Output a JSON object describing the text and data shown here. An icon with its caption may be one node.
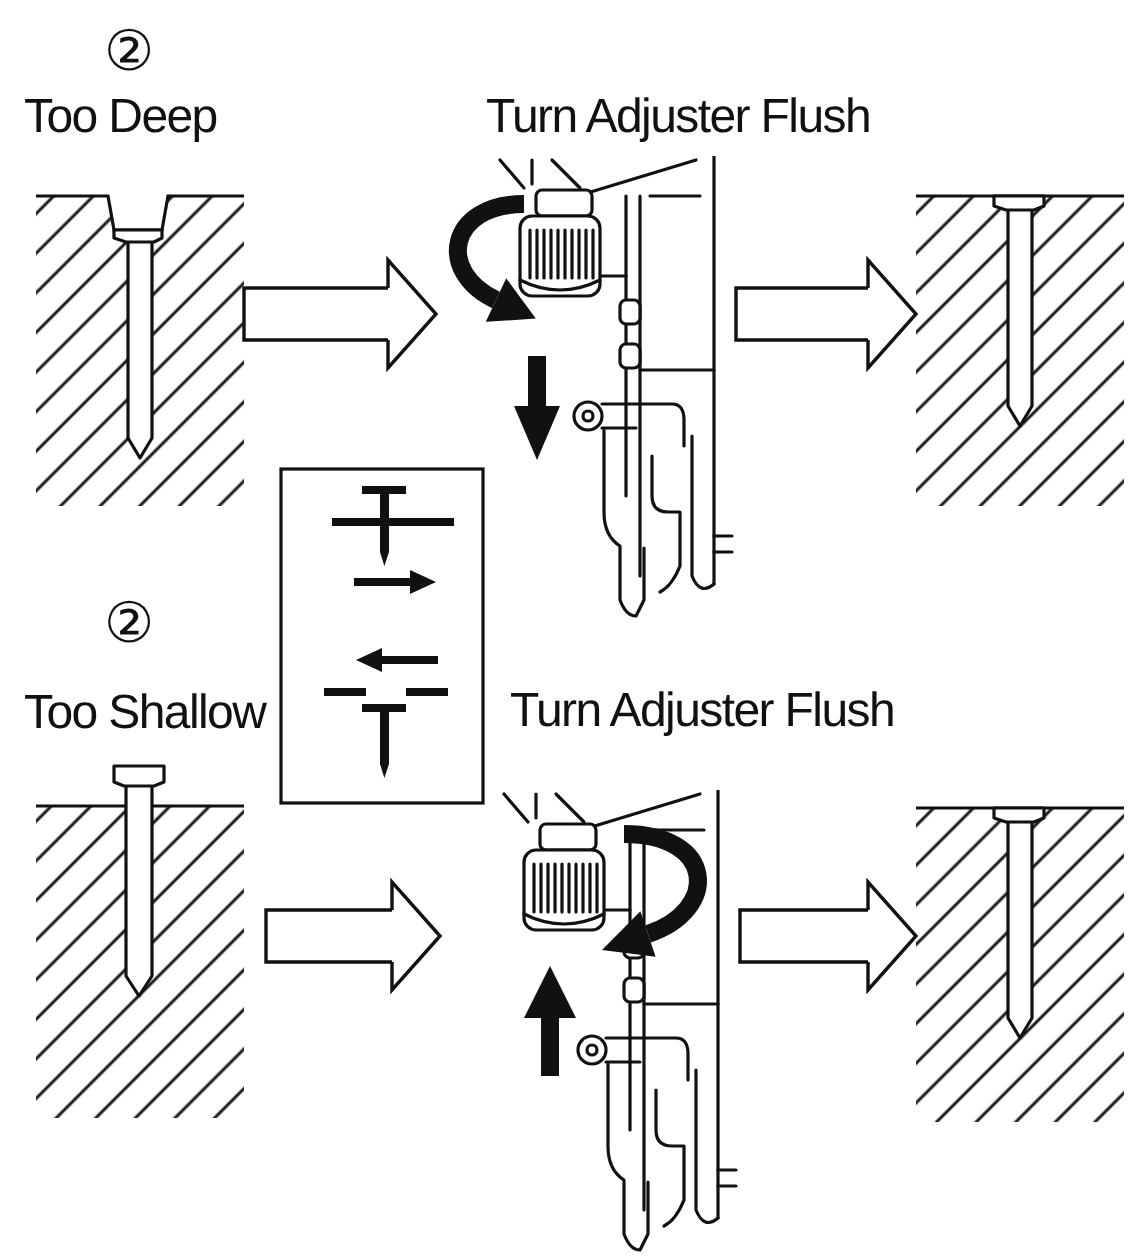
{
  "diagram": {
    "nodes": [
      {
        "text": [
          "②",
          "Too Deep"
        ]
      },
      {
        "text": [],
        "shape": "picture"
      },
      {
        "text": [],
        "shape": "picture"
      },
      {
        "text": [
          "②",
          "Too Shallow"
        ]
      },
      {
        "text": [],
        "shape": "picture"
      },
      {
        "text": [],
        "shape": "picture"
      }
    ],
    "edges": [
      {
        "from": 0,
        "to": 1,
        "arrow": "to"
      },
      {
        "from": 1,
        "to": 2,
        "arrow": "to"
      },
      {
        "from": 3,
        "to": 4,
        "arrow": "to"
      },
      {
        "from": 4,
        "to": 5,
        "arrow": "to"
      }
    ],
    "labels": [
      "Turn Adjuster Flush",
      "Turn Adjuster Flush"
    ]
  }
}
